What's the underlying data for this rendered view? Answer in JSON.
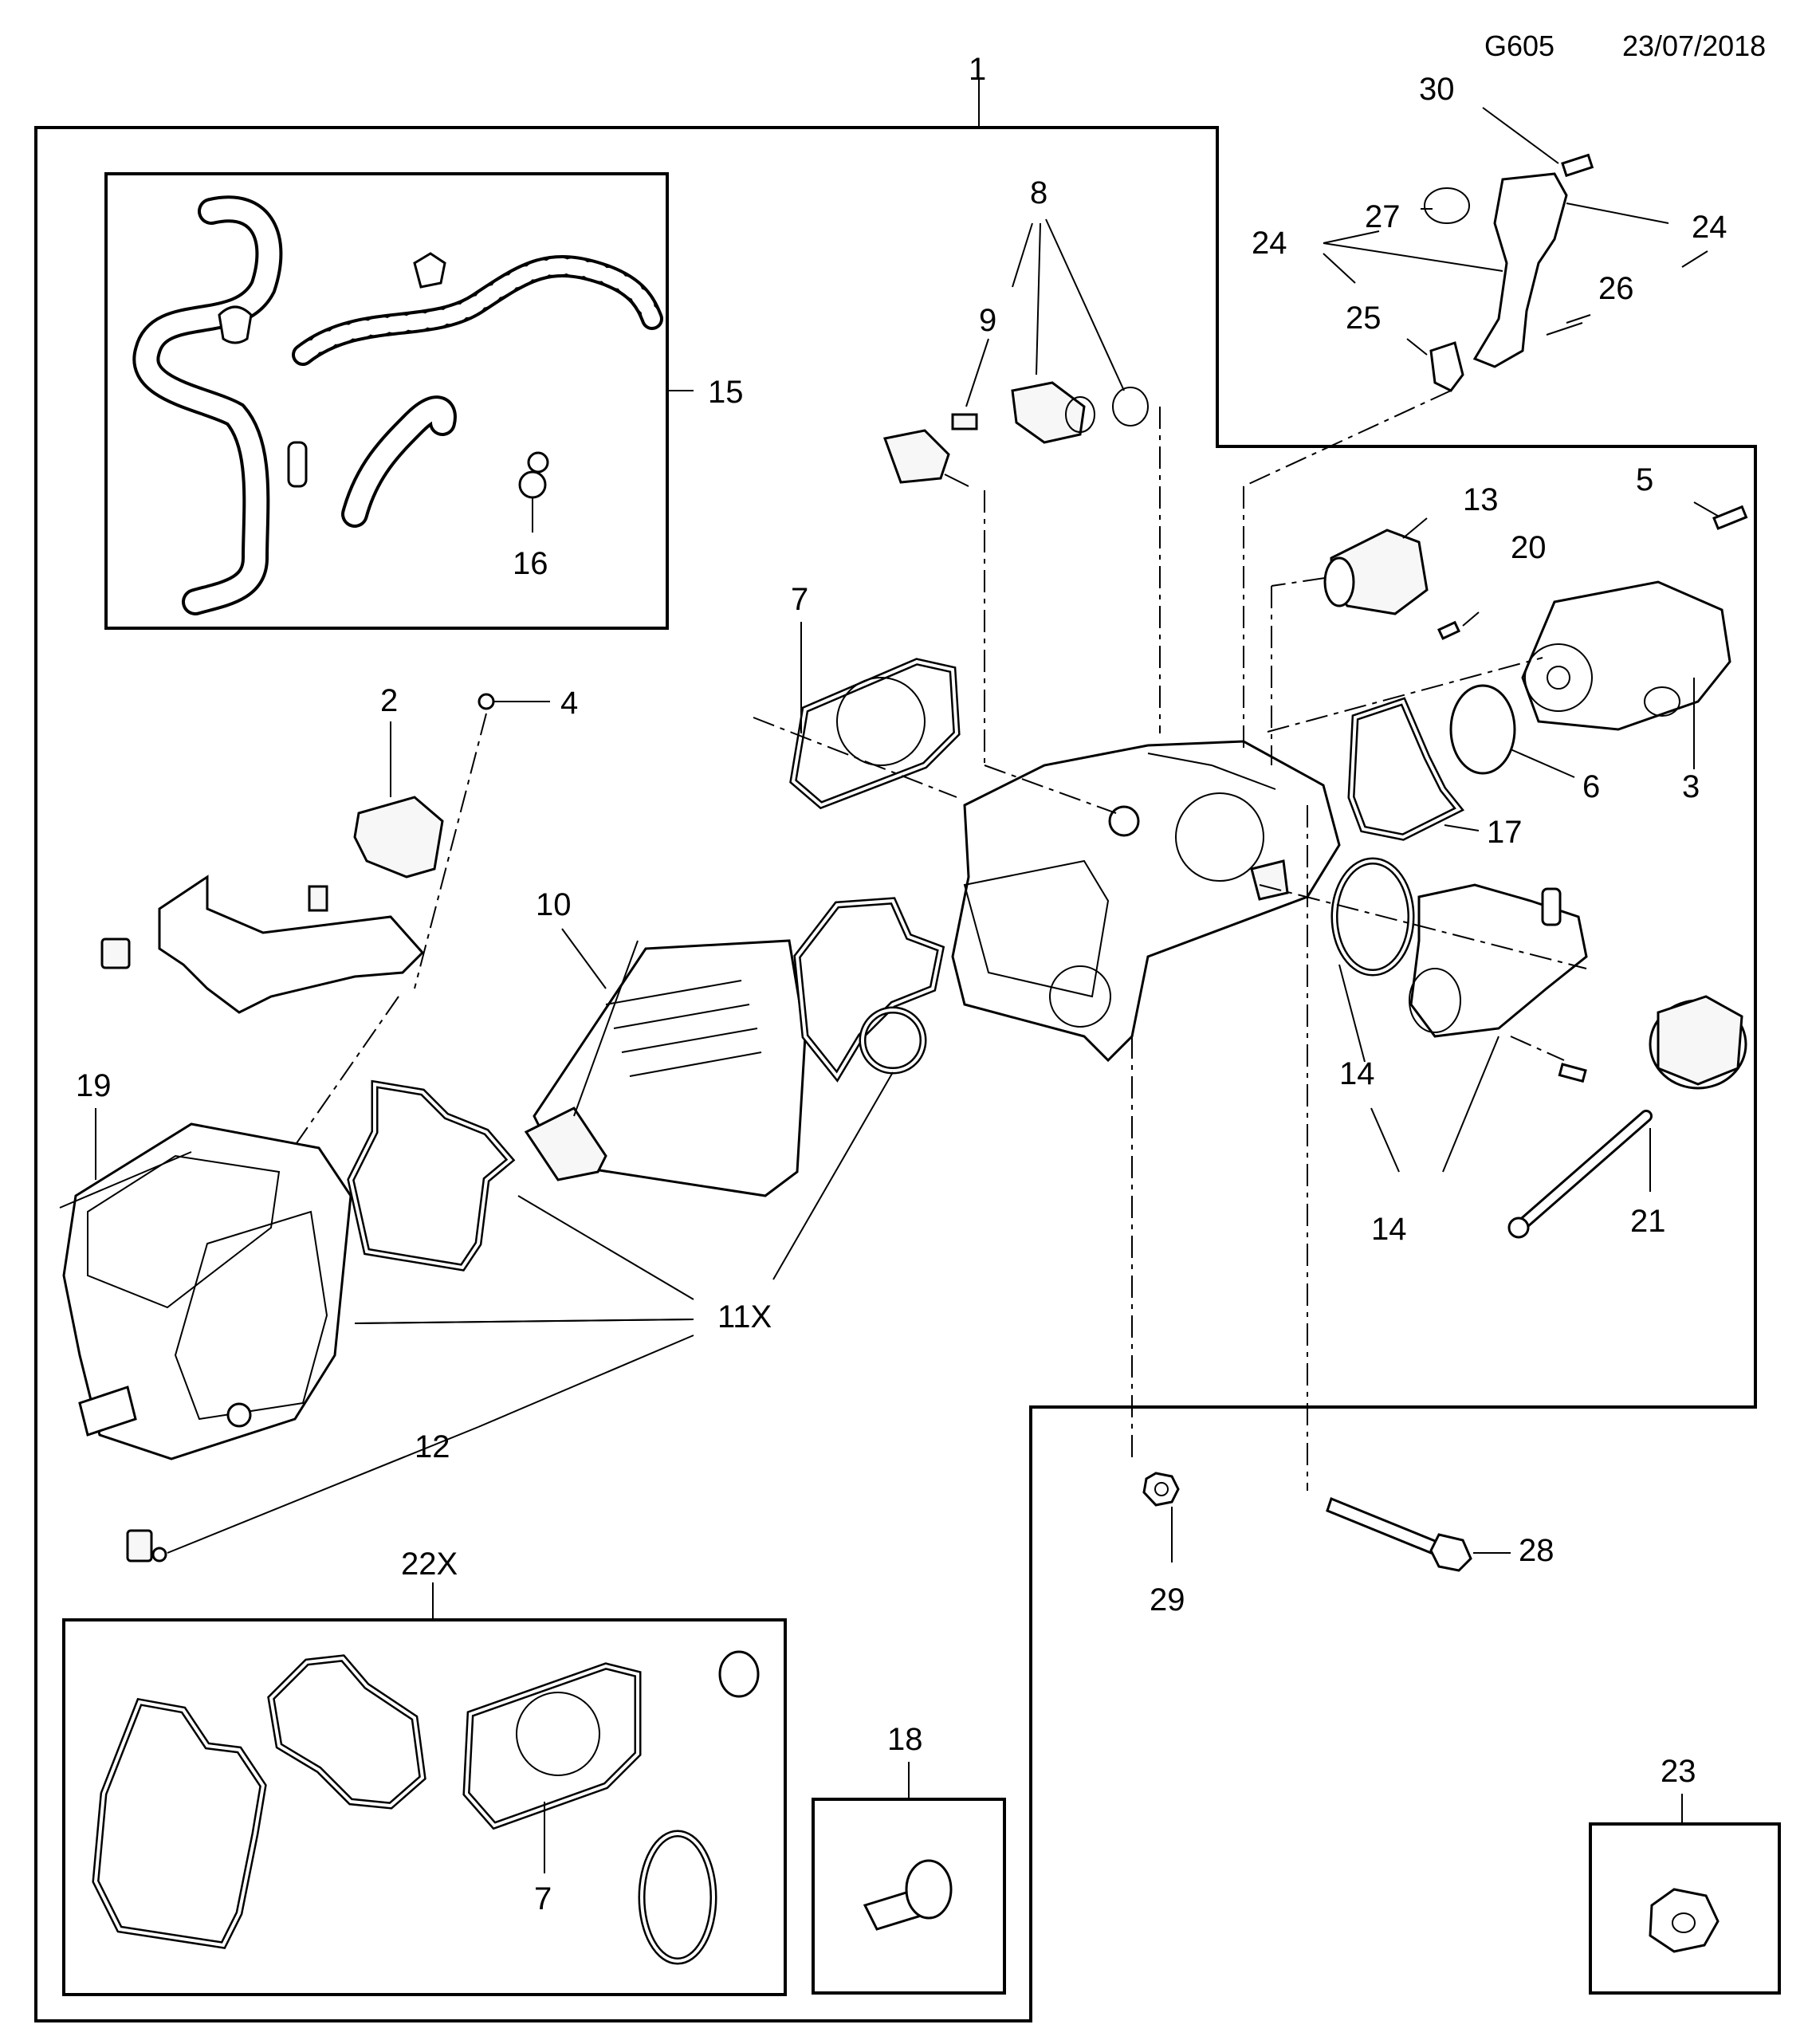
{
  "header": {
    "code": "G605",
    "date": "23/07/2018"
  },
  "callouts": {
    "c1": "1",
    "c2": "2",
    "c3": "3",
    "c4": "4",
    "c5": "5",
    "c6": "6",
    "c7a": "7",
    "c7b": "7",
    "c8": "8",
    "c9": "9",
    "c10": "10",
    "c11x": "11X",
    "c12": "12",
    "c13": "13",
    "c14a": "14",
    "c14b": "14",
    "c15": "15",
    "c16": "16",
    "c17": "17",
    "c18": "18",
    "c19": "19",
    "c20": "20",
    "c21": "21",
    "c22x": "22X",
    "c23": "23",
    "c24a": "24",
    "c24b": "24",
    "c25": "25",
    "c26": "26",
    "c27": "27",
    "c28": "28",
    "c29": "29",
    "c30": "30"
  }
}
